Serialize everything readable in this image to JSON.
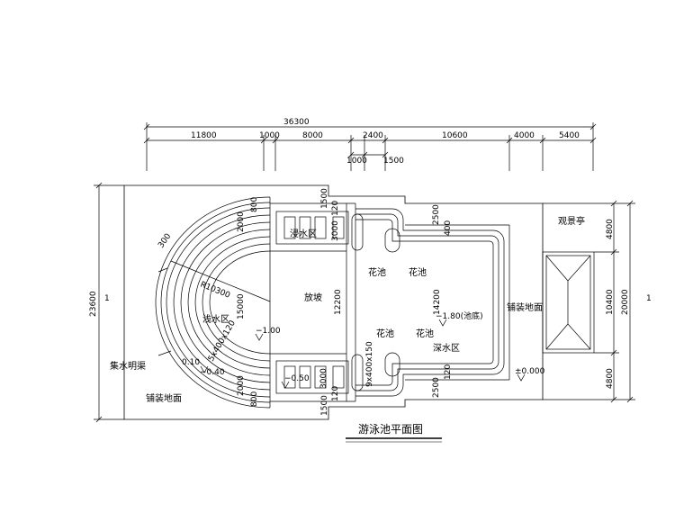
{
  "title": "游泳池平面图",
  "dimensions": {
    "top_total": "36300",
    "top_segments": [
      "11800",
      "1000",
      "8000",
      "2400",
      "10600",
      "4000",
      "5400"
    ],
    "top_sub": [
      "1000",
      "1500"
    ],
    "left_total": "23600",
    "left_marker": "1",
    "right_segments": [
      "4800",
      "10400",
      "4800"
    ],
    "right_total": "20000",
    "right_marker": "1",
    "inner": {
      "d1500_top": "1500",
      "d800_top": "800",
      "d2000_top": "2000",
      "d120_top": "120",
      "d3000_top": "3000",
      "d2500_top": "2500",
      "d400_top": "400",
      "d15000": "15000",
      "d12200": "12200",
      "d14200": "14200",
      "d2000_bot": "2000",
      "d800_bot": "800",
      "d3000_bot": "3000",
      "d120_bot": "120",
      "d1500_bot": "1500",
      "d2500_bot": "2500",
      "d120_right_bot": "120"
    }
  },
  "labels": {
    "wading_zone": "浸水区",
    "ramp": "放坡",
    "shallow_zone": "浅水区",
    "deep_zone": "深水区",
    "flower_bed_1": "花池",
    "flower_bed_2": "花池",
    "flower_bed_3": "花池",
    "flower_bed_4": "花池",
    "paving_left": "铺装地面",
    "paving_right": "铺装地面",
    "drain_channel": "集水明渠",
    "pavilion": "观景亭",
    "radius": "R10300",
    "step_300": "300",
    "step_spec_left": "5x400x120",
    "step_spec_right": "9x400x150",
    "level_shallow": "−1.00",
    "level_wading": "−0.50",
    "level_edge_1": "0.10",
    "level_edge_2": "−0.40",
    "level_deep": "−1.80(池底)",
    "level_ground": "±0.000"
  }
}
